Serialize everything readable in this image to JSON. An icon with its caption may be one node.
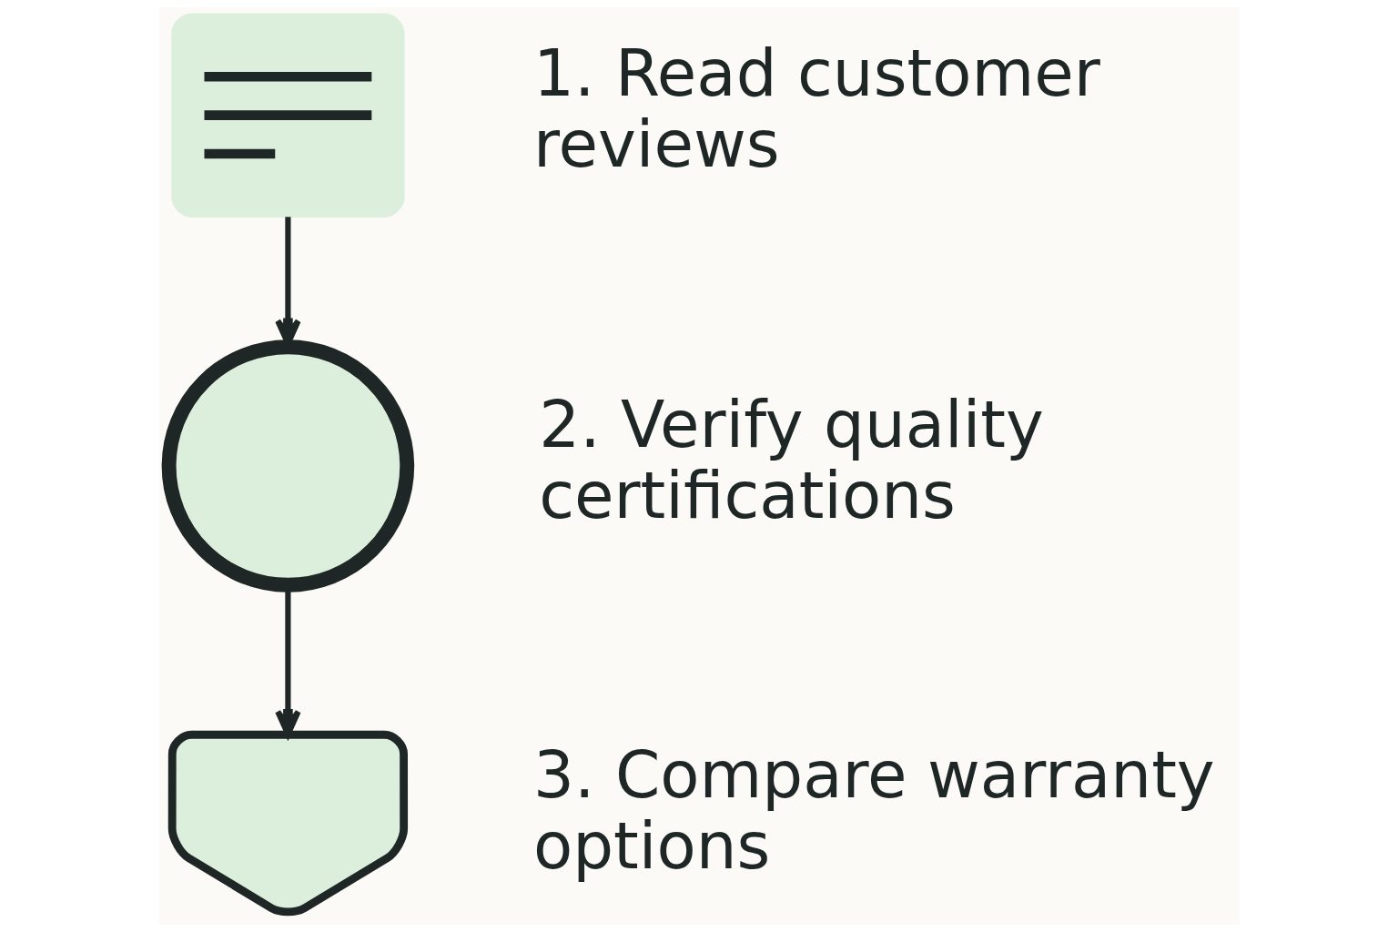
{
  "diagram": {
    "nodes": [
      {
        "text": [],
        "shape": "box",
        "beside": [
          "1. Read customer reviews"
        ]
      },
      {
        "text": [],
        "shape": "circle",
        "beside": [
          "2. Verify quality certifications"
        ]
      },
      {
        "text": [],
        "shape": "shield",
        "beside": [
          "3. Compare warranty options"
        ]
      }
    ],
    "edges": [
      {
        "from": 0,
        "to": 1,
        "arrow": "to"
      },
      {
        "from": 1,
        "to": 2,
        "arrow": "to"
      }
    ]
  }
}
